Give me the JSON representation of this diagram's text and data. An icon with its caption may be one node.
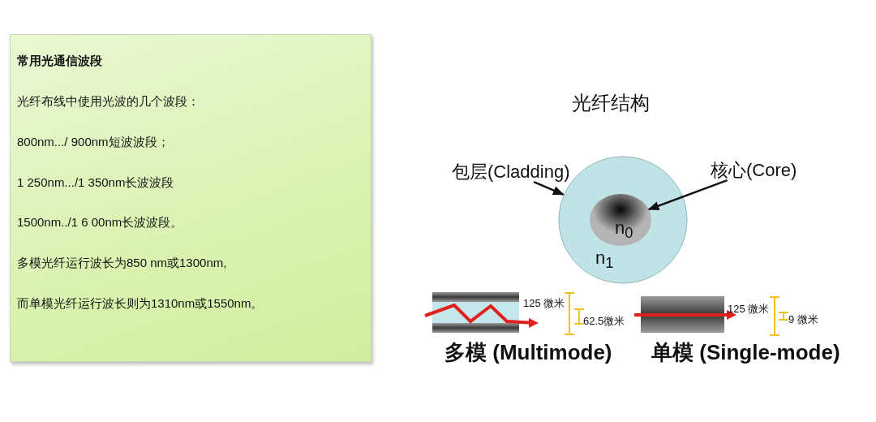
{
  "diagram": {
    "title": "光纤结构",
    "nodes": [
      {
        "text": [
          "常用光通信波段",
          "光纤布线中使用光波的几个波段：",
          "800nm.../ 900nm短波波段；",
          "1 250nm.../1 350nm长波波段",
          "1500nm../1 6 00nm长波波段。",
          "多模光纤运行波长为850 nm或1300nm,",
          "而单模光纤运行波长则为1310nm或1550nm。"
        ]
      },
      {
        "text": [
          "包层(Cladding)"
        ]
      },
      {
        "text": [
          "n$_{1}$"
        ]
      },
      {
        "text": [
          "核心(Core)"
        ]
      },
      {
        "text": [
          "n$_{0}$"
        ],
        "in": 2
      }
    ],
    "edges": [
      {
        "from": 1,
        "to": 2,
        "arrow": "to"
      },
      {
        "from": 3,
        "to": 4,
        "arrow": "to"
      }
    ],
    "labels": [
      "125 微米",
      "62.5微米",
      "125 微米",
      "9 微米",
      "多模 (Multimode)",
      "单模 (Single-mode)"
    ]
  }
}
